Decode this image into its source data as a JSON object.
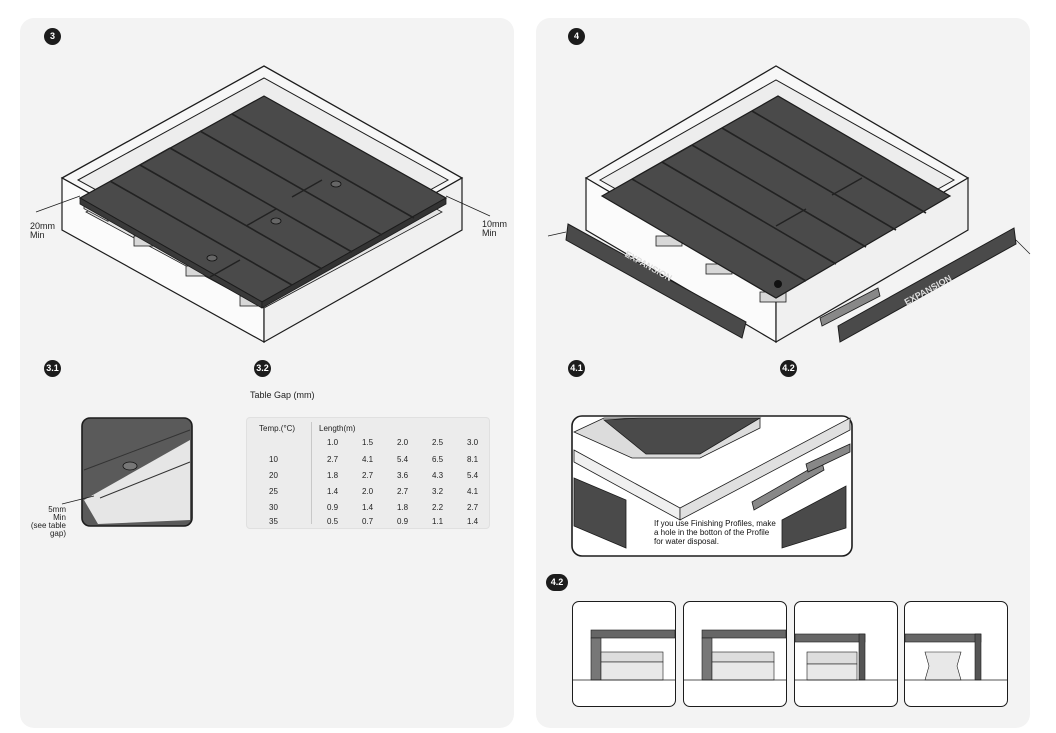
{
  "steps": {
    "s3": "3",
    "s4": "4",
    "s31": "3.1",
    "s32": "3.2",
    "s41": "4.1",
    "s42": "4.2",
    "s42b": "4.2"
  },
  "labels": {
    "left_gap": "20mm\nMin",
    "right_gap": "10mm\nMin",
    "detail_gap": "5mm\nMin\n(see table\ngap)",
    "expansion_left": "EXPANSION",
    "expansion_right": "EXPANSION",
    "note_profiles": "If you use Finishing Profiles, make\na hole in the botton of the Profile\nfor water disposal."
  },
  "table": {
    "title": "Table Gap (mm)",
    "temp_header": "Temp.(°C)",
    "length_header": "Length(m)",
    "lengths": [
      "1.0",
      "1.5",
      "2.0",
      "2.5",
      "3.0"
    ],
    "rows": [
      {
        "temp": "10",
        "values": [
          "2.7",
          "4.1",
          "5.4",
          "6.5",
          "8.1"
        ]
      },
      {
        "temp": "20",
        "values": [
          "1.8",
          "2.7",
          "3.6",
          "4.3",
          "5.4"
        ]
      },
      {
        "temp": "25",
        "values": [
          "1.4",
          "2.0",
          "2.7",
          "3.2",
          "4.1"
        ]
      },
      {
        "temp": "30",
        "values": [
          "0.9",
          "1.4",
          "1.8",
          "2.2",
          "2.7"
        ]
      },
      {
        "temp": "35",
        "values": [
          "0.5",
          "0.7",
          "0.9",
          "1.1",
          "1.4"
        ]
      }
    ]
  },
  "colors": {
    "board": "#4a4a4a",
    "board_line": "#2a2a2a",
    "frame": "#f4f4f4",
    "outline": "#1c1c1c",
    "panel_bg": "#f3f3f3"
  }
}
